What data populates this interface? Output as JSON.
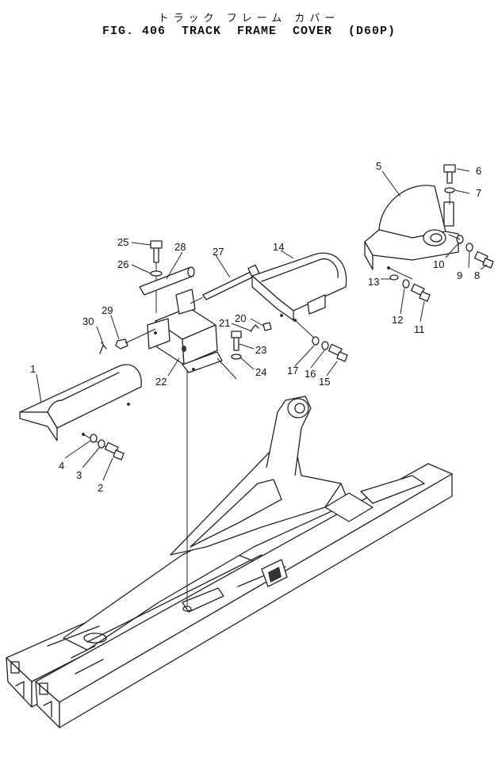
{
  "title": {
    "japanese": "トラック フレーム カバー",
    "english": "FIG. 406  TRACK  FRAME  COVER  (D60P)"
  },
  "callouts": [
    "1",
    "2",
    "3",
    "4",
    "5",
    "6",
    "7",
    "8",
    "9",
    "10",
    "11",
    "12",
    "13",
    "14",
    "15",
    "16",
    "17",
    "20",
    "21",
    "22",
    "23",
    "24",
    "25",
    "26",
    "27",
    "28",
    "29",
    "30"
  ]
}
